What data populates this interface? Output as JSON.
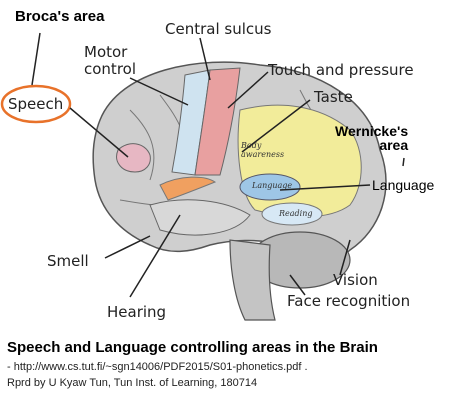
{
  "labels": {
    "broca": "Broca's area",
    "central_sulcus": "Central sulcus",
    "motor_control": "Motor\ncontrol",
    "touch": "Touch and pressure",
    "taste": "Taste",
    "speech": "Speech",
    "wernicke": "Wernicke's\narea",
    "body_awareness": "Body\nawareness",
    "language_inner": "Language",
    "language": "Language",
    "reading": "Reading",
    "smell": "Smell",
    "vision": "Vision",
    "hearing": "Hearing",
    "face_recognition": "Face recognition"
  },
  "caption": {
    "title": "Speech and Language controlling areas in the Brain",
    "source": "- http://www.cs.tut.fi/~sgn14006/PDF2015/S01-phonetics.pdf .",
    "credit": "Rprd by U Kyaw Tun, Tun Inst. of Learning, 180714"
  },
  "colors": {
    "highlight_circle": "#e8722a",
    "motor": "#cfe3f0",
    "touch": "#e8a0a0",
    "body_awareness": "#f2ec9a",
    "language_region": "#9ec6e6",
    "reading": "#d7e8f5",
    "hearing": "#f0a060",
    "speech": "#e7b7c3"
  }
}
